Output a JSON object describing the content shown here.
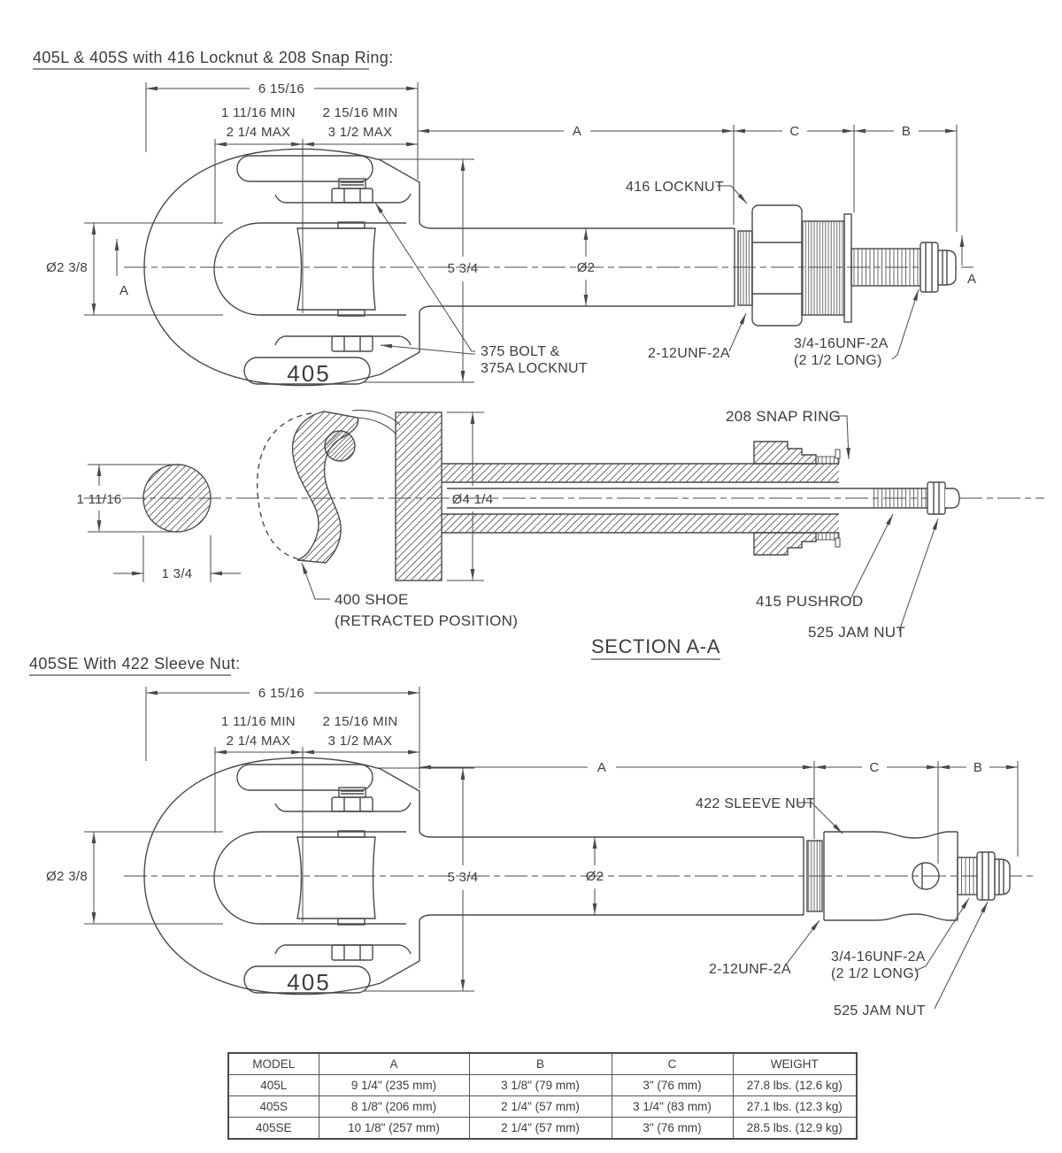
{
  "colors": {
    "line": "#4a4a4a",
    "text": "#3d3d3d",
    "bg": "#ffffff"
  },
  "drawing1": {
    "title": "405L & 405S with 416 Locknut & 208 Snap Ring:",
    "dim_overall": "6 15/16",
    "dim_left_min": "1 11/16 MIN",
    "dim_left_max": "2 1/4 MAX",
    "dim_right_min": "2 15/16 MIN",
    "dim_right_max": "3 1/2 MAX",
    "dim_a": "A",
    "dim_c": "C",
    "dim_b": "B",
    "dim_eye_dia": "Ø2 3/8",
    "dim_height": "5 3/4",
    "dim_shaft_dia": "Ø2",
    "section_marker": "A",
    "label_locknut": "416 LOCKNUT",
    "label_bolt_line1": "375 BOLT &",
    "label_bolt_line2": "375A LOCKNUT",
    "label_thread_shaft": "2-12UNF-2A",
    "label_thread_stud_line1": "3/4-16UNF-2A",
    "label_thread_stud_line2": "(2 1/2 LONG)",
    "stamp": "405"
  },
  "section": {
    "title": "SECTION A-A",
    "dim_ball_dia": "1 11/16",
    "dim_ball_width": "1 3/4",
    "dim_body_dia": "Ø4 1/4",
    "label_snap_ring": "208 SNAP RING",
    "label_pushrod": "415 PUSHROD",
    "label_jam_nut": "525 JAM NUT",
    "label_shoe_line1": "400 SHOE",
    "label_shoe_line2": "(RETRACTED POSITION)"
  },
  "drawing2": {
    "title": "405SE With 422 Sleeve Nut:",
    "dim_overall": "6 15/16",
    "dim_left_min": "1 11/16 MIN",
    "dim_left_max": "2 1/4 MAX",
    "dim_right_min": "2 15/16 MIN",
    "dim_right_max": "3 1/2 MAX",
    "dim_a": "A",
    "dim_c": "C",
    "dim_b": "B",
    "dim_eye_dia": "Ø2 3/8",
    "dim_height": "5 3/4",
    "dim_shaft_dia": "Ø2",
    "label_sleeve_nut": "422 SLEEVE NUT",
    "label_thread_shaft": "2-12UNF-2A",
    "label_thread_stud_line1": "3/4-16UNF-2A",
    "label_thread_stud_line2": "(2 1/2 LONG)",
    "label_jam_nut": "525 JAM NUT",
    "stamp": "405"
  },
  "table": {
    "headers": [
      "MODEL",
      "A",
      "B",
      "C",
      "WEIGHT"
    ],
    "rows": [
      [
        "405L",
        "9 1/4\" (235 mm)",
        "3 1/8\" (79 mm)",
        "3\" (76 mm)",
        "27.8 lbs. (12.6 kg)"
      ],
      [
        "405S",
        "8 1/8\" (206 mm)",
        "2 1/4\" (57 mm)",
        "3 1/4\" (83 mm)",
        "27.1 lbs. (12.3 kg)"
      ],
      [
        "405SE",
        "10 1/8\" (257 mm)",
        "2 1/4\" (57 mm)",
        "3\" (76 mm)",
        "28.5 lbs. (12.9 kg)"
      ]
    ]
  }
}
